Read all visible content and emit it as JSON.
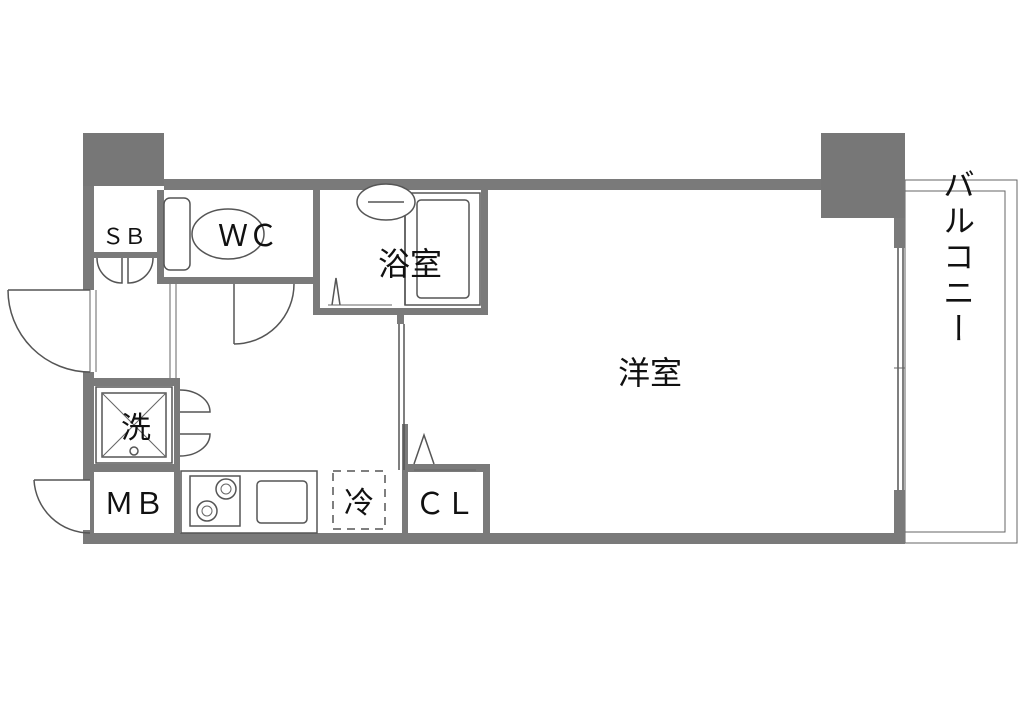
{
  "rooms": {
    "sb": "ＳＢ",
    "wc": "ＷＣ",
    "bath": "浴室",
    "western": "洋室",
    "balcony": "バルコニー",
    "washer": "洗",
    "mb": "ＭＢ",
    "fridge": "冷",
    "closet": "ＣＬ"
  },
  "colors": {
    "wall": "#7a7a7a",
    "line": "#555555",
    "background": "#ffffff"
  }
}
